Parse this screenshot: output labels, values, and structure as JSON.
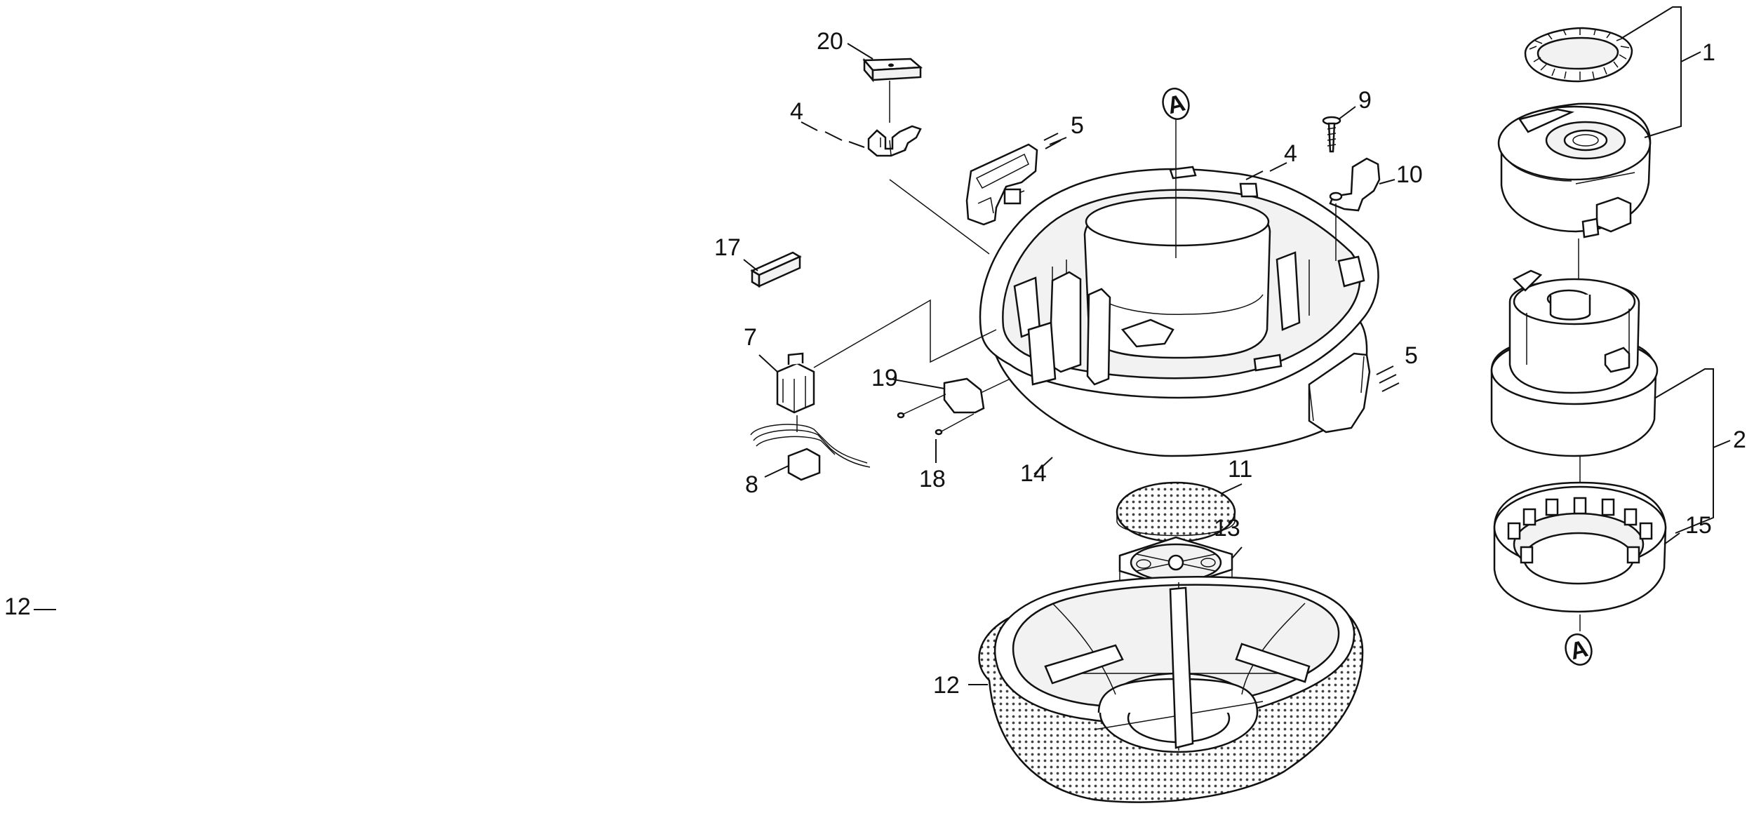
{
  "diagram": {
    "margin_label": "12",
    "callouts": [
      {
        "id": "c1",
        "text": "1"
      },
      {
        "id": "c2",
        "text": "2"
      },
      {
        "id": "c4a",
        "text": "4"
      },
      {
        "id": "c4b",
        "text": "4"
      },
      {
        "id": "c5a",
        "text": "5"
      },
      {
        "id": "c5b",
        "text": "5"
      },
      {
        "id": "c7",
        "text": "7"
      },
      {
        "id": "c8",
        "text": "8"
      },
      {
        "id": "c9",
        "text": "9"
      },
      {
        "id": "c10",
        "text": "10"
      },
      {
        "id": "c11",
        "text": "11"
      },
      {
        "id": "c12",
        "text": "12"
      },
      {
        "id": "c13",
        "text": "13"
      },
      {
        "id": "c14",
        "text": "14"
      },
      {
        "id": "c15",
        "text": "15"
      },
      {
        "id": "c17",
        "text": "17"
      },
      {
        "id": "c18",
        "text": "18"
      },
      {
        "id": "c19",
        "text": "19"
      },
      {
        "id": "c20",
        "text": "20"
      }
    ],
    "reference_mark": "A"
  }
}
